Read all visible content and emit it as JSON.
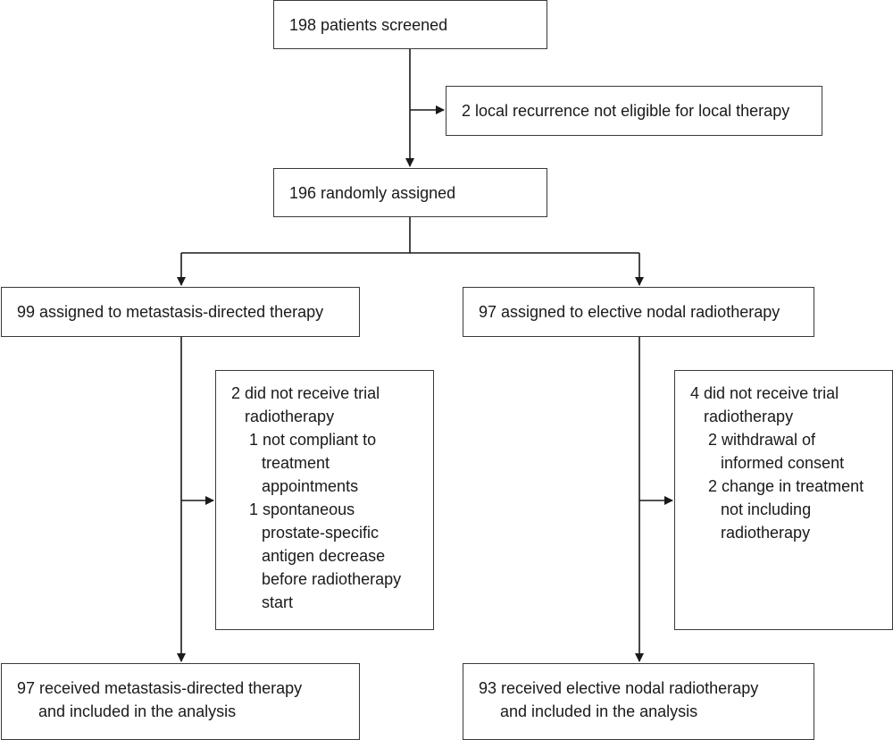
{
  "flow": {
    "screened": "198 patients screened",
    "excluded_initial": "2 local recurrence not eligible for local therapy",
    "randomised": "196 randomly assigned",
    "arm_mdt": {
      "assigned": "99 assigned to metastasis-directed therapy",
      "excluded": {
        "header_line1": "2 did not receive trial",
        "header_line2": "radiotherapy",
        "reason1_line1": "1 not compliant to",
        "reason1_line2": "treatment",
        "reason1_line3": "appointments",
        "reason2_line1": "1 spontaneous",
        "reason2_line2": "prostate-specific",
        "reason2_line3": "antigen decrease",
        "reason2_line4": "before radiotherapy",
        "reason2_line5": "start"
      },
      "analysed_line1": "97 received metastasis-directed therapy",
      "analysed_line2": "and included in the analysis"
    },
    "arm_enrt": {
      "assigned": "97 assigned to elective nodal radiotherapy",
      "excluded": {
        "header_line1": "4 did not receive trial",
        "header_line2": "radiotherapy",
        "reason1_line1": "2 withdrawal of",
        "reason1_line2": "informed consent",
        "reason2_line1": "2 change in treatment",
        "reason2_line2": "not including",
        "reason2_line3": "radiotherapy"
      },
      "analysed_line1": "93 received elective nodal radiotherapy",
      "analysed_line2": "and included in the analysis"
    }
  }
}
